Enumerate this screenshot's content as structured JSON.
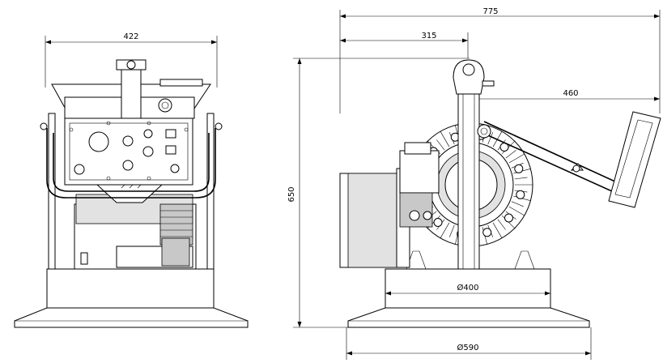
{
  "dimensions": {
    "front_width": "422",
    "overall_length": "775",
    "pivot_offset": "315",
    "handle_offset": "460",
    "height": "650",
    "inner_diameter": "Ø400",
    "outer_diameter": "Ø590"
  }
}
